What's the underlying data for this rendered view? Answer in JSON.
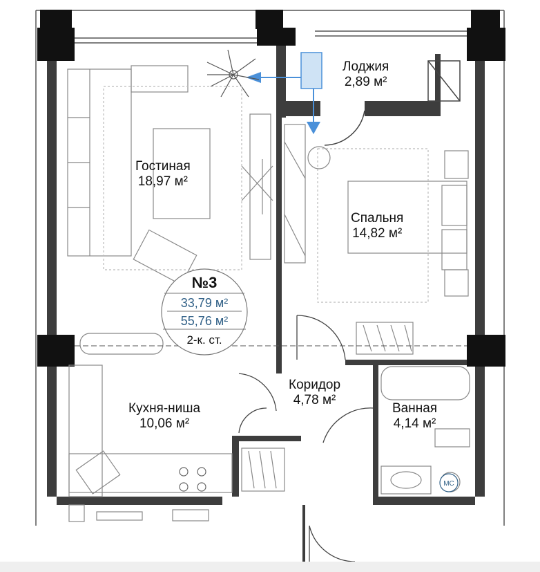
{
  "rooms": {
    "living": {
      "name": "Гостиная",
      "area": "18,97 м²"
    },
    "loggia": {
      "name": "Лоджия",
      "area": "2,89 м²"
    },
    "bedroom": {
      "name": "Спальня",
      "area": "14,82 м²"
    },
    "kitchen": {
      "name": "Кухня-ниша",
      "area": "10,06 м²"
    },
    "corridor": {
      "name": "Коридор",
      "area": "4,78 м²"
    },
    "bathroom": {
      "name": "Ванная",
      "area": "4,14 м²"
    }
  },
  "unit": {
    "number": "№3",
    "living_area": "33,79 м²",
    "total_area": "55,76 м²",
    "rooms": "2-к. ст."
  },
  "appliance_labels": {
    "washing_machine": "МС"
  },
  "colors": {
    "wall": "#3d3d3d",
    "column": "#111111",
    "line": "#444444",
    "accent_blue": "#4a90d9",
    "label_blue": "#2f5f86"
  }
}
